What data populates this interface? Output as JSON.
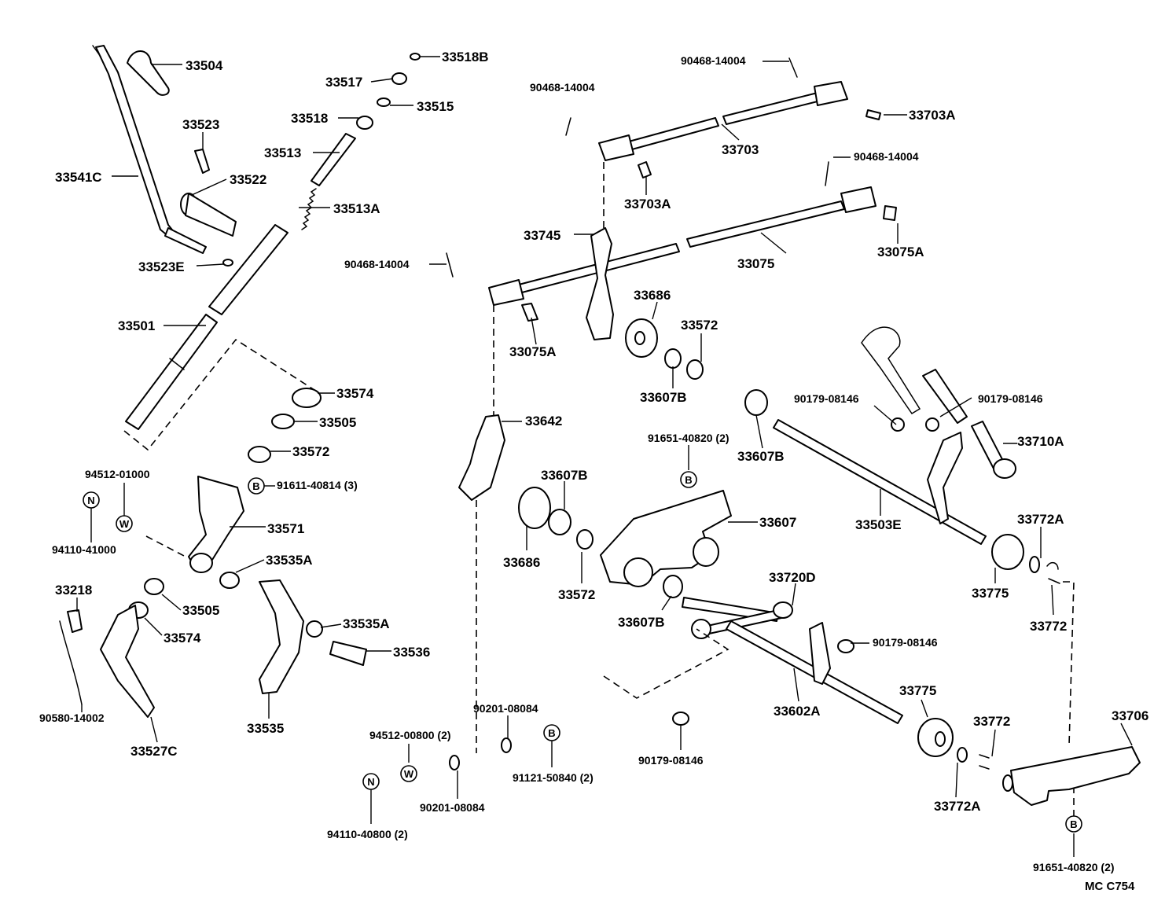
{
  "diagram": {
    "code": "MC  C754",
    "labels": {
      "p33504": "33504",
      "p33518B": "33518B",
      "p33517": "33517",
      "p33515": "33515",
      "p33518": "33518",
      "p33523": "33523",
      "p33513": "33513",
      "p33541C": "33541C",
      "p33522": "33522",
      "p33513A": "33513A",
      "p33523E": "33523E",
      "p33501": "33501",
      "p33574a": "33574",
      "p33505a": "33505",
      "p33572a": "33572",
      "p94512_01000": "94512-01000",
      "p91611_40814": "91611-40814 (3)",
      "p33571": "33571",
      "p94110_41000": "94110-41000",
      "p33535Aa": "33535A",
      "p33218": "33218",
      "p33505b": "33505",
      "p33574b": "33574",
      "p33535Ab": "33535A",
      "p33536": "33536",
      "p90580_14002": "90580-14002",
      "p33535": "33535",
      "p33527C": "33527C",
      "p90468_a": "90468-14004",
      "p90468_b": "90468-14004",
      "p33703Aa": "33703A",
      "p33703": "33703",
      "p90468_c": "90468-14004",
      "p33703Ab": "33703A",
      "p33745": "33745",
      "p33075": "33075",
      "p33075Aa": "33075A",
      "p90468_d": "90468-14004",
      "p33686a": "33686",
      "p33572b": "33572",
      "p33075Ab": "33075A",
      "p33607Ba": "33607B",
      "p90179_a": "90179-08146",
      "p90179_b": "90179-08146",
      "p33642": "33642",
      "p91651_a": "91651-40820 (2)",
      "p33607Bb": "33607B",
      "p33710A": "33710A",
      "p33607Bc": "33607B",
      "p33607": "33607",
      "p33503E": "33503E",
      "p33772Aa": "33772A",
      "p33686b": "33686",
      "p33572c": "33572",
      "p33775a": "33775",
      "p33720D": "33720D",
      "p33772a": "33772",
      "p33607Bd": "33607B",
      "p90179_c": "90179-08146",
      "p33775b": "33775",
      "p33602A": "33602A",
      "p33772b": "33772",
      "p33706": "33706",
      "p90201_a": "90201-08084",
      "p94512_00800": "94512-00800 (2)",
      "p91121_50840": "91121-50840 (2)",
      "p90179_d": "90179-08146",
      "p90201_b": "90201-08084",
      "p94110_40800": "94110-40800 (2)",
      "p33772Ab": "33772A",
      "p91651_b": "91651-40820 (2)"
    },
    "symbols": {
      "bolt": "B",
      "nut": "N",
      "washer": "W"
    }
  }
}
